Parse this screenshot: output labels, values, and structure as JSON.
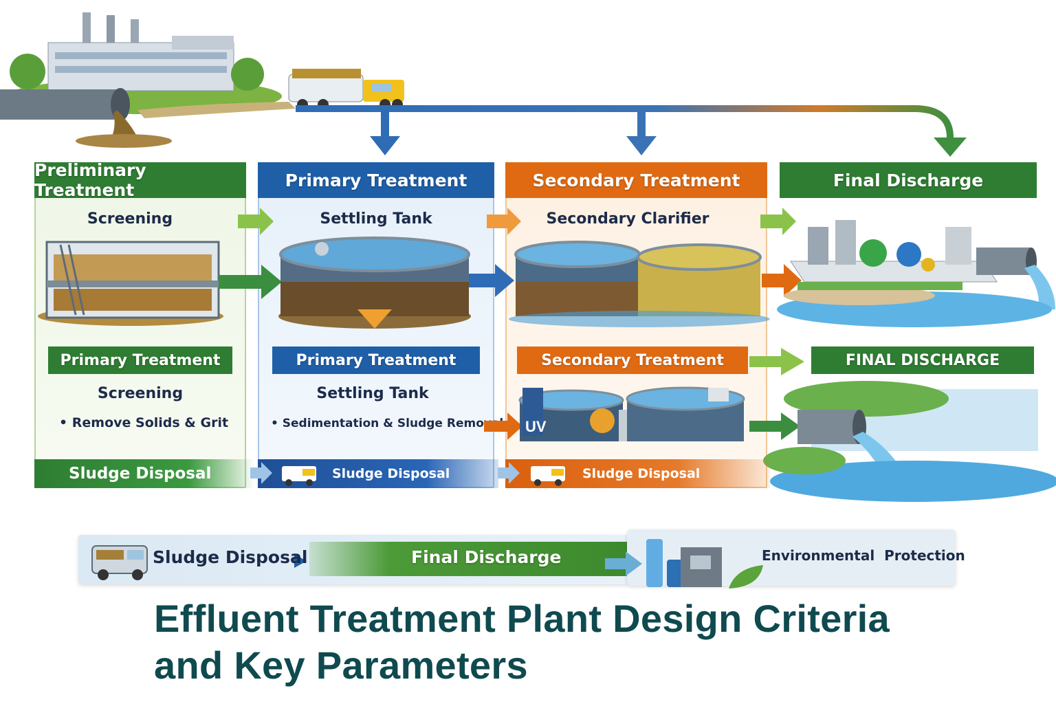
{
  "stages": [
    {
      "header": "Preliminary Treatment",
      "unit": "Screening",
      "color": "#2e7d32"
    },
    {
      "header": "Primary Treatment",
      "unit": "Settling Tank",
      "color": "#1f5fa8"
    },
    {
      "header": "Secondary Treatment",
      "unit": "Secondary Clarifier",
      "color": "#e06a12"
    },
    {
      "header": "Final Discharge",
      "color": "#2e7d32"
    }
  ],
  "detail": [
    {
      "header": "Primary Treatment",
      "unit": "Screening",
      "bullet": "• Remove Solids & Grit"
    },
    {
      "header": "Primary Treatment",
      "unit": "Settling Tank",
      "bullet": "• Sedimentation & Sludge Removal"
    },
    {
      "header": "Secondary Treatment",
      "uv_label": "UV"
    },
    {
      "header": "FINAL DISCHARGE"
    }
  ],
  "sludge_row": [
    "Sludge Disposal",
    "Sludge Disposal",
    "Sludge Disposal"
  ],
  "bottom_bar": {
    "sludge": "Sludge Disposal",
    "discharge": "Final Discharge",
    "protection": "Environmental  Protection"
  },
  "title": {
    "line1": "Effluent Treatment Plant Design Criteria",
    "line2": "and Key Parameters"
  }
}
